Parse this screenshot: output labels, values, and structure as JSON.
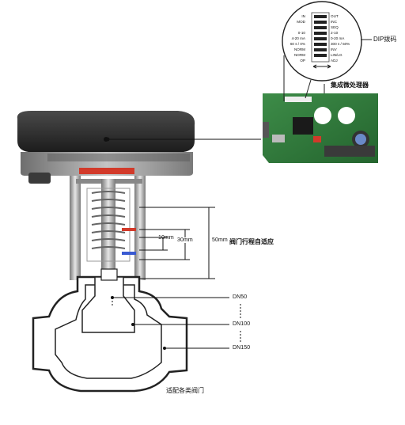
{
  "dip_switch": {
    "title": "DIP拨码",
    "left_labels": [
      "IN",
      "MOD",
      "",
      "0-10",
      "4-20 mA",
      "60 s / 0%",
      "NORM",
      "NORM",
      "OP"
    ],
    "right_labels": [
      "OUT",
      "INC",
      "SEQ",
      "2-10",
      "0-20 mA",
      "300 s / 50%",
      "INV",
      "LIN/LG",
      "ADJ"
    ]
  },
  "microprocessor_label": "集成微处理器",
  "stroke": {
    "label": "阀门行程自适应",
    "dimensions": [
      "10mm",
      "30mm",
      "50mm"
    ]
  },
  "valve_sizes": [
    "DN50",
    "DN100",
    "DN150"
  ],
  "valve_caption": "适配各类阀门",
  "colors": {
    "actuator_body": "#2a2a2a",
    "actuator_base": "#9a9a9a",
    "pcb_green": "#2f7a3a",
    "accent_red": "#d23a2a",
    "accent_blue": "#3a5ad2"
  }
}
